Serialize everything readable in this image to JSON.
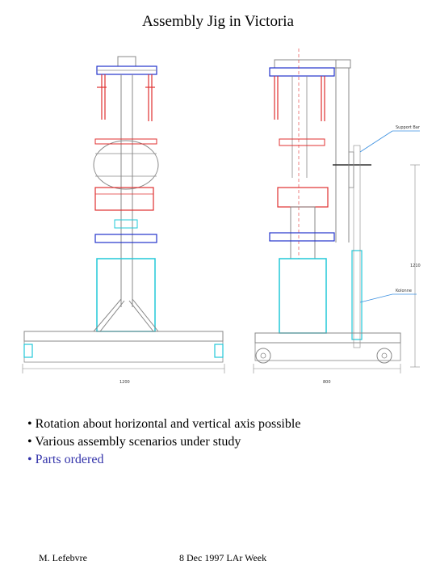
{
  "title": "Assembly Jig in Victoria",
  "bullets": [
    {
      "text": "• Rotation about horizontal and vertical axis possible"
    },
    {
      "text": "• Various assembly scenarios under study"
    },
    {
      "text": "• Parts ordered",
      "color": "#3333aa"
    }
  ],
  "drawing": {
    "dim_left": "1200",
    "dim_right": "800",
    "dim_height": "1210",
    "callout_top": "Support Bar",
    "callout_bottom": "Kolonne",
    "colors": {
      "frame": "#888888",
      "cyan": "#22c8d8",
      "red": "#e03030",
      "blue": "#2233cc",
      "callout": "#3a8fe0"
    }
  },
  "footer": {
    "author": "M. Lefebvre",
    "event": "8 Dec 1997 LAr Week"
  }
}
